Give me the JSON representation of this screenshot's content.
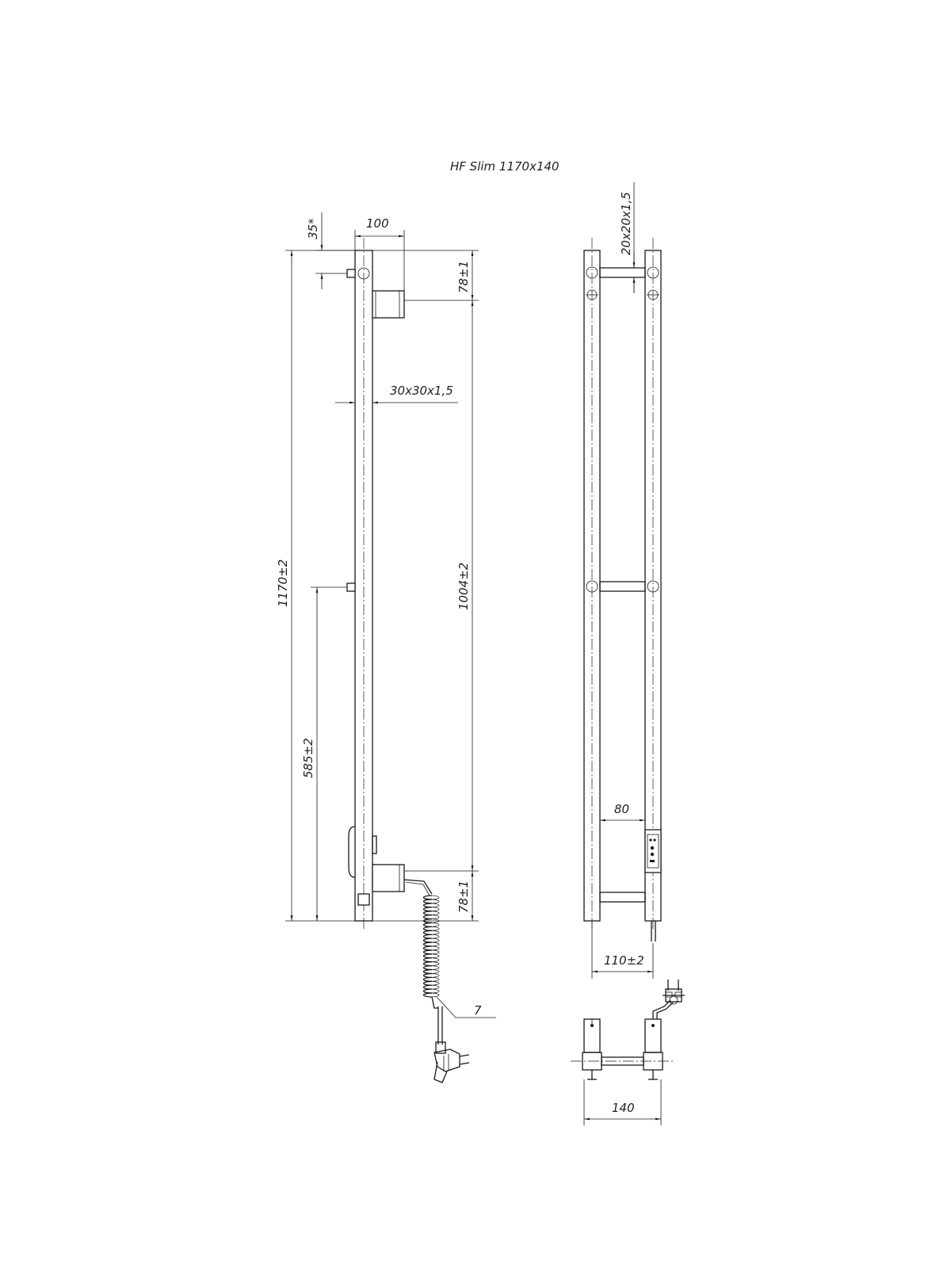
{
  "title": "HF Slim 1170x140",
  "dimensions": {
    "d_35": "35*",
    "d_100": "100",
    "d_78_top": "78±1",
    "d_30": "30x30x1,5",
    "d_1170": "1170±2",
    "d_1004": "1004±2",
    "d_585": "585±2",
    "d_78_bottom": "78±1",
    "d_20": "20x20x1,5",
    "d_80": "80",
    "d_110": "110±2",
    "d_140": "140"
  },
  "callout_7": "7",
  "colors": {
    "line": "#1a1a1a",
    "background": "#ffffff"
  }
}
